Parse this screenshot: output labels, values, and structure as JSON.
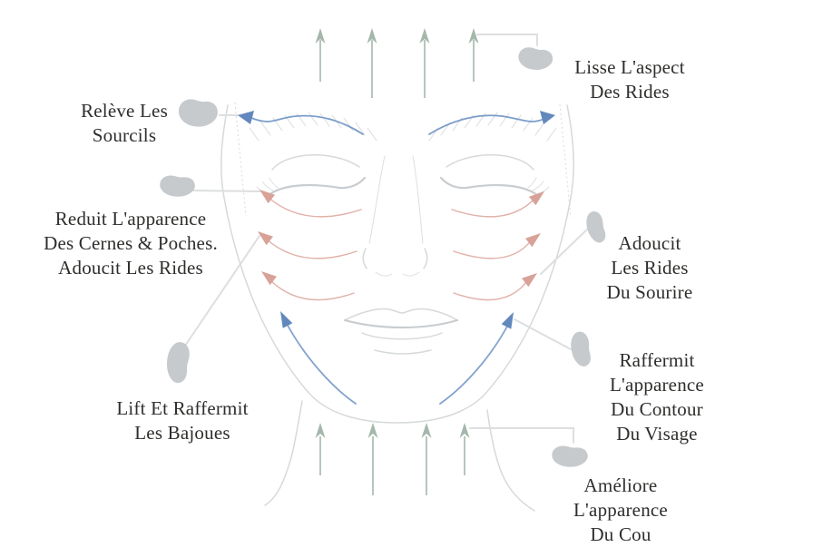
{
  "diagram": {
    "subject": "gua-sha-facial-massage-diagram",
    "labels": {
      "lisse": {
        "lines": [
          "Lisse L'aspect",
          "Des Rides"
        ]
      },
      "releve": {
        "lines": [
          "Relève Les",
          "Sourcils"
        ]
      },
      "reduit": {
        "lines": [
          "Reduit L'apparence",
          "Des Cernes & Poches.",
          "Adoucit Les Rides"
        ]
      },
      "adoucit": {
        "lines": [
          "Adoucit",
          "Les Rides",
          "Du Sourire"
        ]
      },
      "raffermit": {
        "lines": [
          "Raffermit",
          "L'apparence",
          "Du Contour",
          "Du Visage"
        ]
      },
      "lift": {
        "lines": [
          "Lift Et Raffermit",
          "Les Bajoues"
        ]
      },
      "ameliore": {
        "lines": [
          "Améliore",
          "L'apparence",
          "Du Cou"
        ]
      }
    },
    "icons": {
      "stone": "gua-sha-stone-icon",
      "up_arrow": "up-arrow-icon",
      "brow_arrow": "brow-sweep-arrow-icon",
      "cheek_arrow": "cheek-sweep-arrow-icon",
      "jaw_arrow": "jawline-lift-arrow-icon"
    },
    "colors": {
      "background": "#ffffff",
      "text": "#2f2e2c",
      "arrow_green": "#a4b7ab",
      "arrow_blue": "#6288bd",
      "arrow_pink": "#d8a298",
      "stone_gray": "#c7cacc",
      "face_line_gray": "#d6d9db",
      "connector_gray": "#dcdedf"
    }
  }
}
